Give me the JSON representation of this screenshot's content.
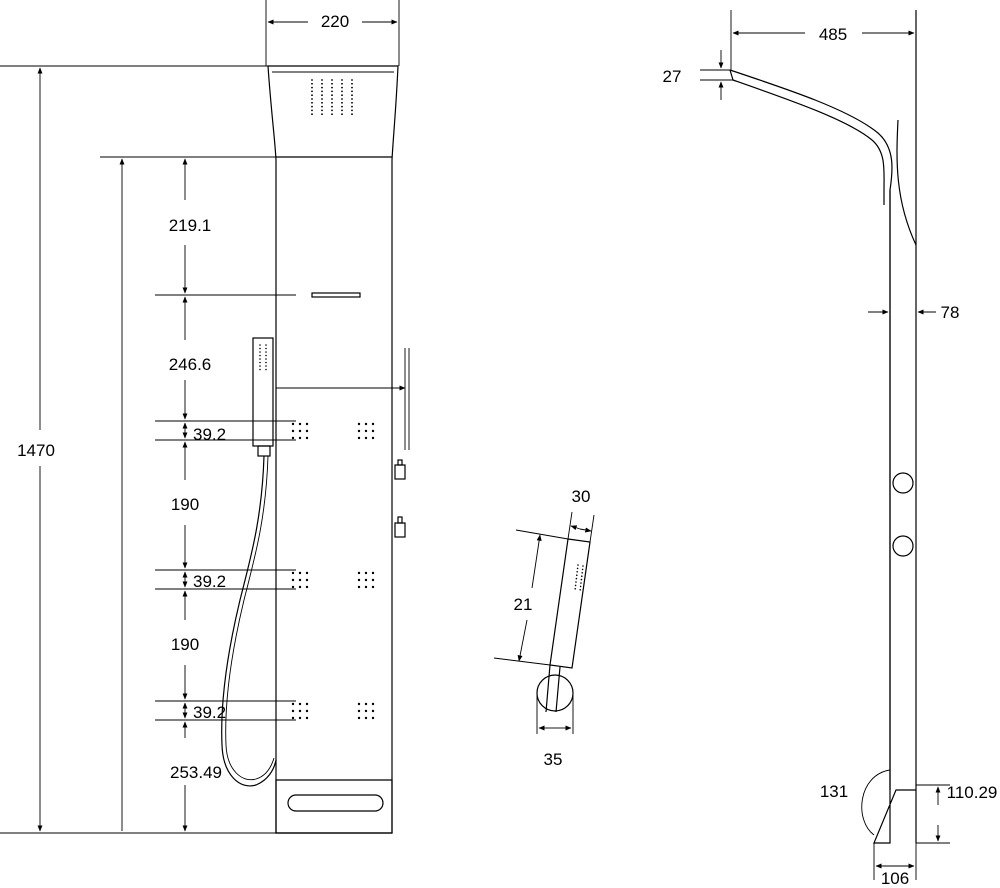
{
  "front_view": {
    "width_label": "220",
    "height_total": "1470",
    "upper_segment": "219.1",
    "jet_segment": "246.6",
    "jet_height_1": "39.2",
    "spacing_1": "190",
    "jet_height_2": "39.2",
    "spacing_2": "190",
    "jet_height_3": "39.2",
    "lower_segment": "253.49"
  },
  "hand_shower": {
    "width_label": "30",
    "length_label": "21",
    "holder_label": "35"
  },
  "side_view": {
    "projection": "485",
    "head_thickness": "27",
    "panel_depth": "78",
    "base_radius": "131",
    "base_height": "110.29",
    "base_depth": "106"
  }
}
